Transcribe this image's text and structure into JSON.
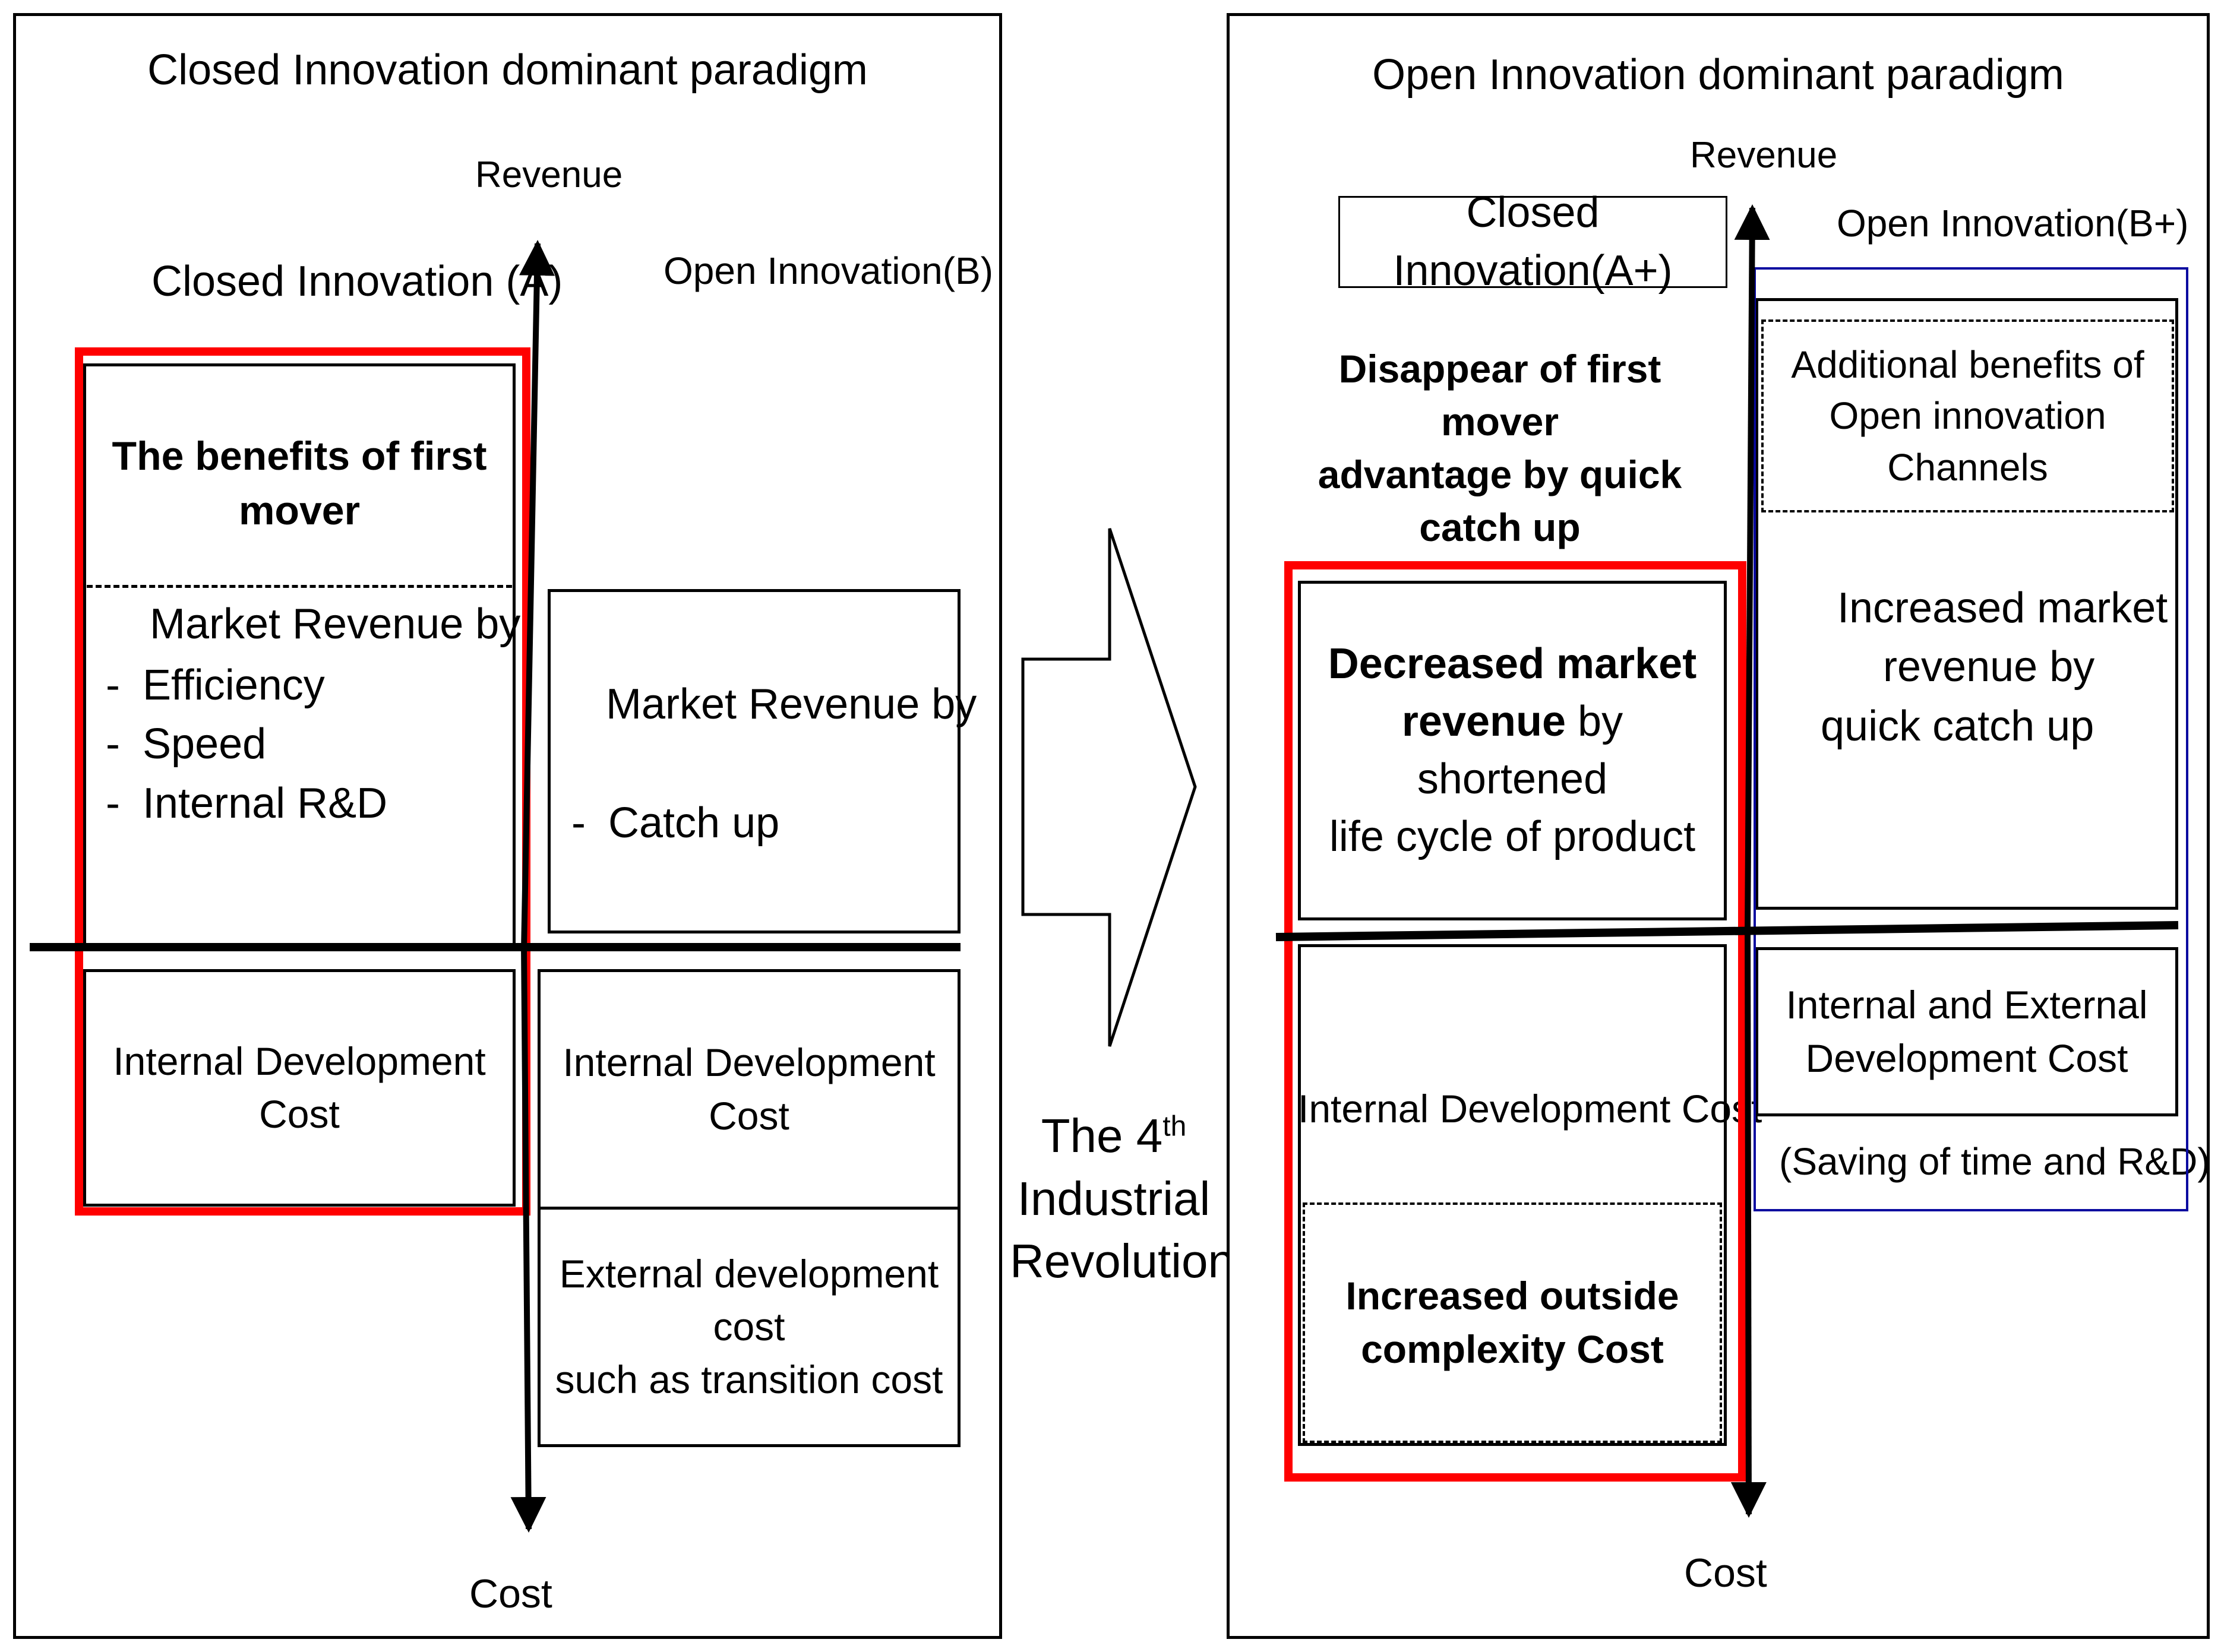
{
  "left": {
    "title": "Closed Innovation dominant  paradigm",
    "axis_revenue": "Revenue",
    "axis_cost": "Cost",
    "closed_label": "Closed Innovation (A)",
    "open_label": "Open Innovation(B)",
    "first_mover_line1": "The benefits of first",
    "first_mover_line2": "mover",
    "market_revenue_title": "Market Revenue by",
    "market_revenue_items": [
      "Efficiency",
      "Speed",
      "Internal R&D"
    ],
    "open_revenue_title": "Market Revenue by",
    "open_revenue_item": "Catch up",
    "closed_cost": "Internal Development Cost",
    "open_internal_cost": "Internal Development Cost",
    "external_cost_line1": "External development cost",
    "external_cost_line2": "such as transition cost"
  },
  "middle": {
    "line1_pre": "The 4",
    "line1_sup": "th",
    "line2": "Industrial",
    "line3": "Revolution"
  },
  "right": {
    "title": "Open Innovation dominant  paradigm",
    "axis_revenue": "Revenue",
    "axis_cost": "Cost",
    "closed_label": "Closed Innovation(A+)",
    "open_label": "Open Innovation(B+)",
    "disappear_line1": "Disappear of first mover",
    "disappear_line2": "advantage by quick catch up",
    "decreased_bold1": "Decreased market",
    "decreased_bold2": "revenue",
    "decreased_rest2": " by shortened",
    "decreased_line3": "life cycle of product",
    "internal_cost": "Internal Development Cost",
    "complexity_line1": "Increased outside",
    "complexity_line2": "complexity Cost",
    "additional_line1": "Additional benefits of",
    "additional_line2": "Open innovation Channels",
    "increased_line1": "Increased market",
    "increased_line2": "revenue by",
    "increased_line3": "quick catch up",
    "int_ext_line1": "Internal  and External",
    "int_ext_line2": "Development Cost",
    "saving": "(Saving of time and R&D)"
  }
}
